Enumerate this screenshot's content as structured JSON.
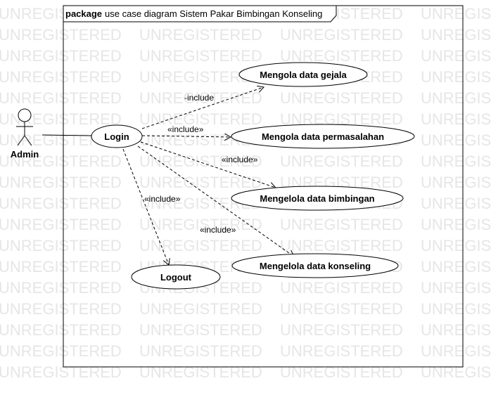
{
  "watermark": {
    "text": "UNREGISTERED"
  },
  "package": {
    "keyword": "package",
    "title": "use case diagram Sistem Pakar Bimbingan Konseling"
  },
  "actor": {
    "name": "Admin"
  },
  "use_cases": {
    "login": "Login",
    "gejala": "Mengola data gejala",
    "permasalahan": "Mengola data permasalahan",
    "bimbingan": "Mengelola data bimbingan",
    "konseling": "Mengelola data konseling",
    "logout": "Logout"
  },
  "relations": {
    "gejala": "-include",
    "permasalahan": "«include»",
    "bimbingan": "«include»",
    "konseling": "«include»",
    "logout": "«include»"
  },
  "colors": {
    "watermark": "#e6e6e6",
    "line": "#000000",
    "background": "#ffffff"
  }
}
